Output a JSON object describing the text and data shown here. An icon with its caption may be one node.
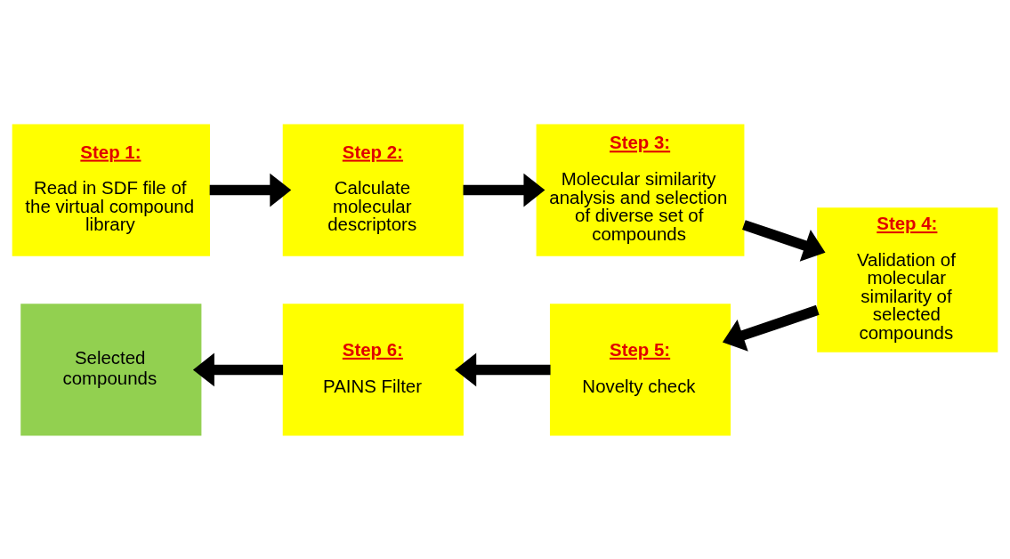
{
  "diagram": {
    "nodes": [
      {
        "text": [
          "Step 1:",
          "Read in SDF file of the virtual compound library"
        ]
      },
      {
        "text": [
          "Step 2:",
          "Calculate molecular descriptors"
        ]
      },
      {
        "text": [
          "Step 3:",
          "Molecular similarity analysis and selection of diverse set of compounds"
        ]
      },
      {
        "text": [
          "Step 4:",
          "Validation of molecular similarity of selected compounds"
        ]
      },
      {
        "text": [
          "Step 5:",
          "Novelty check"
        ]
      },
      {
        "text": [
          "Step 6:",
          "PAINS Filter"
        ]
      },
      {
        "text": [
          "Selected compounds"
        ]
      }
    ],
    "edges": [
      {
        "from": 0,
        "to": 1,
        "arrow": "to"
      },
      {
        "from": 1,
        "to": 2,
        "arrow": "to"
      },
      {
        "from": 2,
        "to": 3,
        "arrow": "to"
      },
      {
        "from": 3,
        "to": 4,
        "arrow": "to"
      },
      {
        "from": 4,
        "to": 5,
        "arrow": "to"
      },
      {
        "from": 5,
        "to": 6,
        "arrow": "to"
      }
    ]
  }
}
